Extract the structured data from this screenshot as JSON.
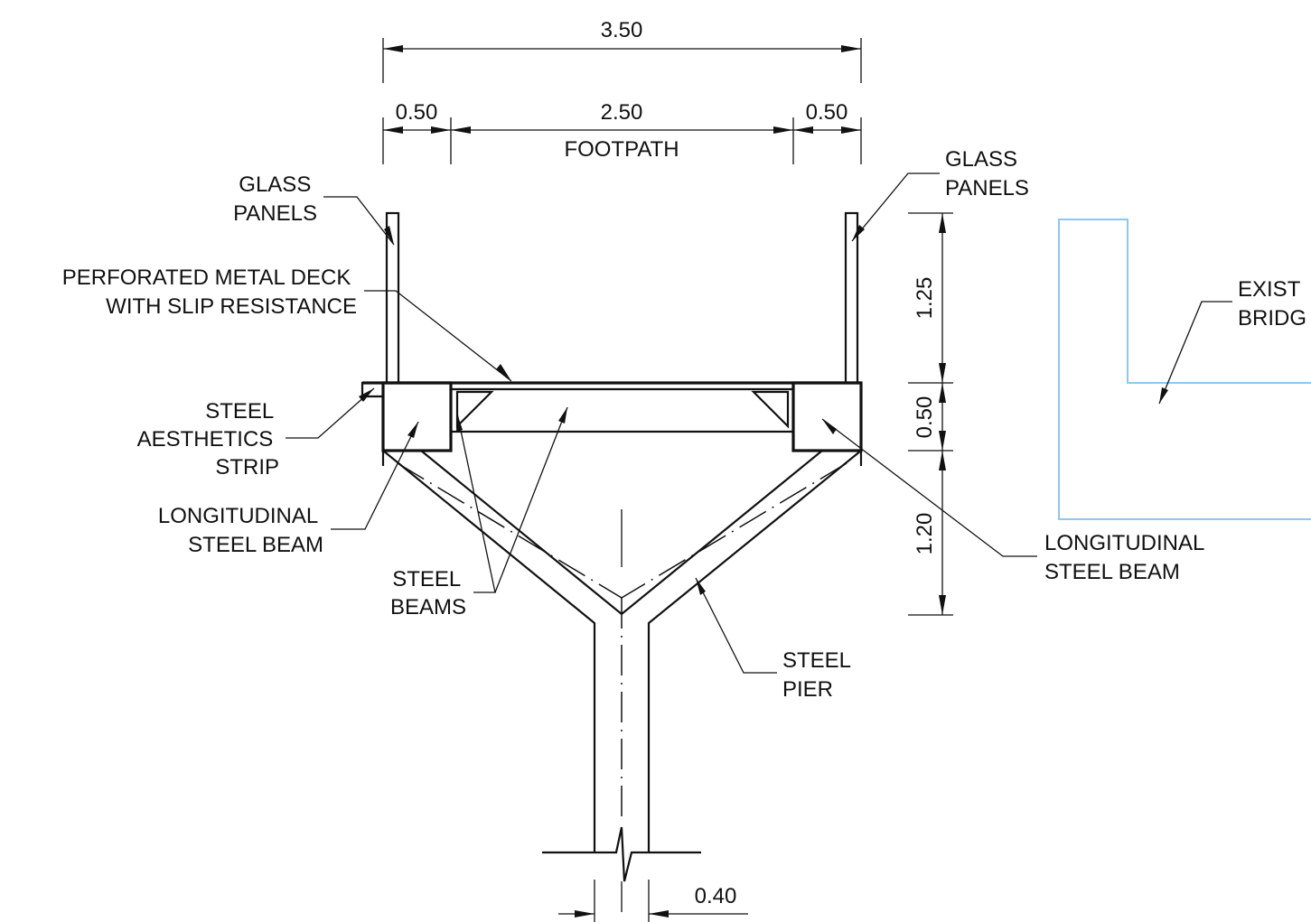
{
  "colors": {
    "line": "#111111",
    "existing_bridge": "#8cc8ee",
    "background": "#ffffff"
  },
  "dimensions": {
    "overall_width": "3.50",
    "left_edge": "0.50",
    "footpath_width": "2.50",
    "right_edge": "0.50",
    "footpath_label": "FOOTPATH",
    "panel_height": "1.25",
    "deck_depth": "0.50",
    "pier_depth": "1.20",
    "column_width": "0.40"
  },
  "labels": {
    "glass_panels_left": [
      "GLASS",
      "PANELS"
    ],
    "glass_panels_right": [
      "GLASS",
      "PANELS"
    ],
    "deck": [
      "PERFORATED METAL DECK",
      "WITH SLIP RESISTANCE"
    ],
    "aesthetics_strip": [
      "STEEL",
      "AESTHETICS",
      "STRIP"
    ],
    "long_beam_left": [
      "LONGITUDINAL",
      "STEEL BEAM"
    ],
    "long_beam_right": [
      "LONGITUDINAL",
      "STEEL BEAM"
    ],
    "steel_beams": [
      "STEEL",
      "BEAMS"
    ],
    "steel_pier": [
      "STEEL",
      "PIER"
    ],
    "existing_bridge": [
      "EXIST",
      "BRIDG"
    ]
  }
}
